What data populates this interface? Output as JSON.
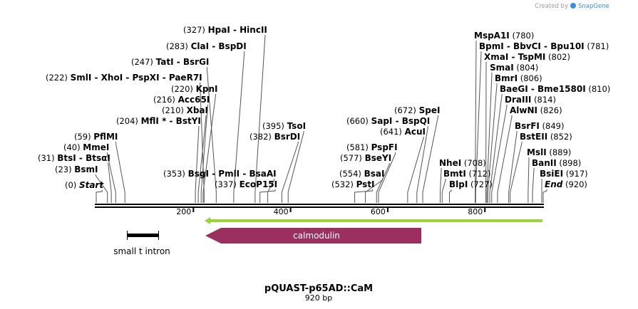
{
  "credit": {
    "text": "Created by",
    "brand": "SnapGene"
  },
  "map": {
    "title": "pQUAST-p65AD::CaM",
    "length_label": "920 bp",
    "length": 920,
    "ticks": [
      200,
      400,
      600,
      800
    ],
    "colors": {
      "calmodulin": "#9b2f5f",
      "green": "#9ad23a",
      "backbone": "#000000",
      "brand": "#3c8fd6"
    }
  },
  "features": [
    {
      "name": "calmodulin",
      "start": 226,
      "end": 675,
      "direction": "reverse",
      "type": "cds",
      "label": "calmodulin"
    },
    {
      "name": "green-arrow",
      "start": 226,
      "end": 920,
      "direction": "reverse",
      "type": "line",
      "label": ""
    },
    {
      "name": "small-t-intron",
      "start": 67,
      "end": 131,
      "type": "intron",
      "label": "small t intron"
    }
  ],
  "sites": [
    {
      "id": "start",
      "pos": "(0)",
      "name": "Start",
      "italic": true,
      "at": 0
    },
    {
      "id": "bsmi",
      "pos": "(23)",
      "name": "BsmI",
      "at": 23
    },
    {
      "id": "btsi",
      "pos": "(31)",
      "name": "BtsI - BtsαI",
      "at": 31
    },
    {
      "id": "mmei",
      "pos": "(40)",
      "name": "MmeI",
      "at": 40
    },
    {
      "id": "pflmi",
      "pos": "(59)",
      "name": "PflMI",
      "at": 59
    },
    {
      "id": "mfli",
      "pos": "(204)",
      "name": "MflI * - BstYI",
      "at": 204
    },
    {
      "id": "xbai",
      "pos": "(210)",
      "name": "XbaI",
      "at": 210
    },
    {
      "id": "acc65i",
      "pos": "(216)",
      "name": "Acc65I",
      "at": 216
    },
    {
      "id": "kpni",
      "pos": "(220)",
      "name": "KpnI",
      "at": 220
    },
    {
      "id": "smli",
      "pos": "(222)",
      "name": "SmlI - XhoI - PspXI - PaeR7I",
      "at": 222
    },
    {
      "id": "tati",
      "pos": "(247)",
      "name": "TatI - BsrGI",
      "at": 247
    },
    {
      "id": "clai",
      "pos": "(283)",
      "name": "ClaI - BspDI",
      "at": 283
    },
    {
      "id": "hpai",
      "pos": "(327)",
      "name": "HpaI - HincII",
      "at": 327
    },
    {
      "id": "bsgi",
      "pos": "(353)",
      "name": "BsgI - PmlI - BsaAI",
      "at": 353
    },
    {
      "id": "ecop15i",
      "pos": "(337)",
      "name": "EcoP15I",
      "at": 337
    },
    {
      "id": "bsrdi",
      "pos": "(382)",
      "name": "BsrDI",
      "at": 382
    },
    {
      "id": "tsoi",
      "pos": "(395)",
      "name": "TsoI",
      "at": 395
    },
    {
      "id": "psti",
      "pos": "(532)",
      "name": "PstI",
      "at": 532
    },
    {
      "id": "bsai",
      "pos": "(554)",
      "name": "BsaI",
      "at": 554
    },
    {
      "id": "bseyi",
      "pos": "(577)",
      "name": "BseYI",
      "at": 577
    },
    {
      "id": "pspfi",
      "pos": "(581)",
      "name": "PspFI",
      "at": 581
    },
    {
      "id": "acui",
      "pos": "(641)",
      "name": "AcuI",
      "at": 641
    },
    {
      "id": "sapi",
      "pos": "(660)",
      "name": "SapI - BspQI",
      "at": 660
    },
    {
      "id": "spei",
      "pos": "(672)",
      "name": "SpeI",
      "at": 672
    },
    {
      "id": "nhei",
      "pos": "(708)",
      "name": "NheI",
      "at": 708
    },
    {
      "id": "bmti",
      "pos": "(712)",
      "name": "BmtI",
      "at": 712
    },
    {
      "id": "blpi",
      "pos": "(727)",
      "name": "BlpI",
      "at": 727
    },
    {
      "id": "mspa1i",
      "pos": "(780)",
      "name": "MspA1I",
      "at": 780
    },
    {
      "id": "bpmi",
      "pos": "(781)",
      "name": "BpmI - BbvCI - Bpu10I",
      "at": 781
    },
    {
      "id": "xmai",
      "pos": "(802)",
      "name": "XmaI - TspMI",
      "at": 802
    },
    {
      "id": "smai",
      "pos": "(804)",
      "name": "SmaI",
      "at": 804
    },
    {
      "id": "bmri",
      "pos": "(806)",
      "name": "BmrI",
      "at": 806
    },
    {
      "id": "baegi",
      "pos": "(810)",
      "name": "BaeGI - Bme1580I",
      "at": 810
    },
    {
      "id": "draiii",
      "pos": "(814)",
      "name": "DraIII",
      "at": 814
    },
    {
      "id": "alwni",
      "pos": "(826)",
      "name": "AlwNI",
      "at": 826
    },
    {
      "id": "bsrfi",
      "pos": "(849)",
      "name": "BsrFI",
      "at": 849
    },
    {
      "id": "bsteii",
      "pos": "(852)",
      "name": "BstEII",
      "at": 852
    },
    {
      "id": "msli",
      "pos": "(889)",
      "name": "MslI",
      "at": 889
    },
    {
      "id": "banii",
      "pos": "(898)",
      "name": "BanII",
      "at": 898
    },
    {
      "id": "bsiei",
      "pos": "(917)",
      "name": "BsiEI",
      "at": 917
    },
    {
      "id": "end",
      "pos": "(920)",
      "name": "End",
      "italic": true,
      "at": 920
    }
  ]
}
